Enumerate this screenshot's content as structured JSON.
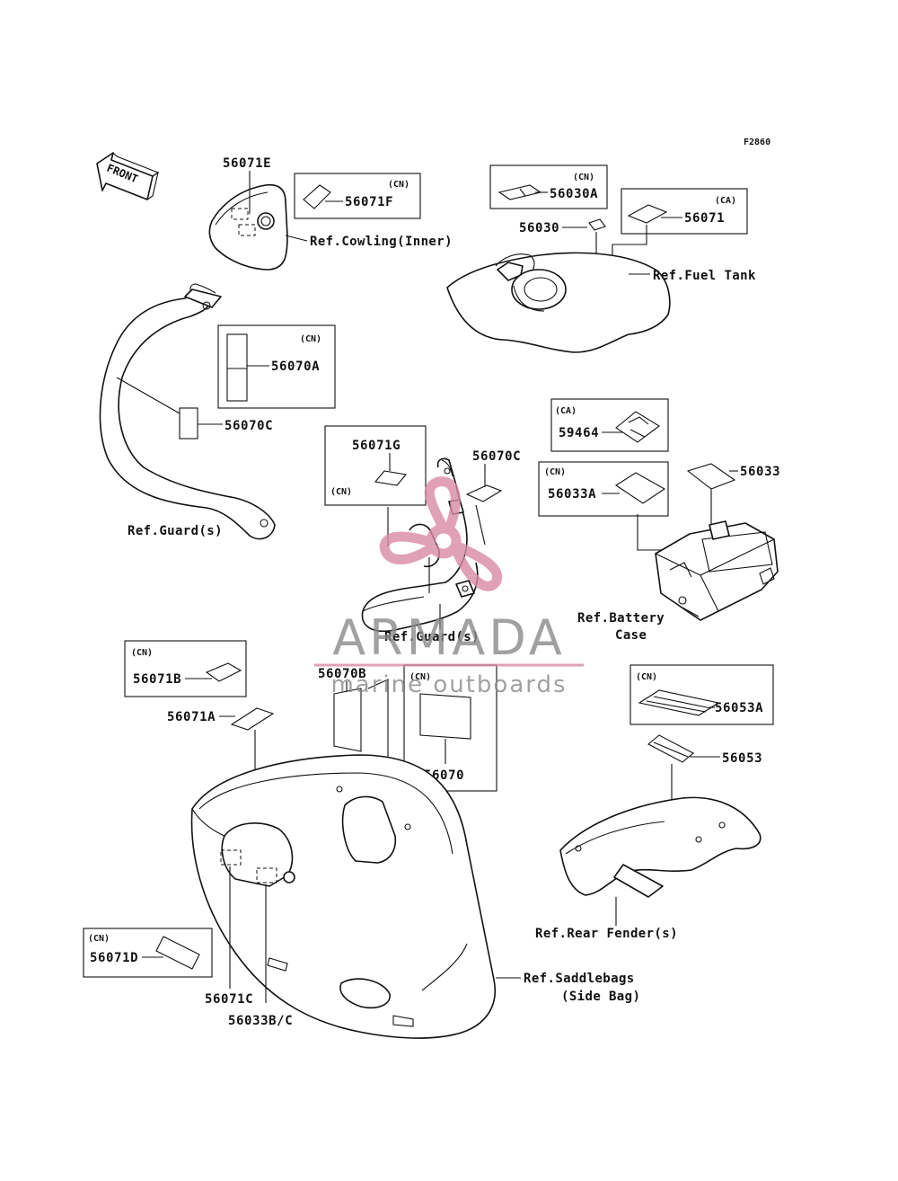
{
  "figure_code": "F2860",
  "front_arrow_label": "FRONT",
  "watermark": {
    "brand": "ARMADA",
    "tagline": "marine outboards",
    "gray": "#8a8a8a",
    "pink": "#d98aa4"
  },
  "groups": {
    "cn": "(CN)",
    "ca": "(CA)"
  },
  "parts": {
    "p56071E": "56071E",
    "p56071F": "56071F",
    "p56030A": "56030A",
    "p56030": "56030",
    "p56071": "56071",
    "p56070A": "56070A",
    "p56070C_left": "56070C",
    "p56071G": "56071G",
    "p56070C_mid": "56070C",
    "p59464": "59464",
    "p56033": "56033",
    "p56033A": "56033A",
    "p56071B": "56071B",
    "p56071A": "56071A",
    "p56070B": "56070B",
    "p56070": "56070",
    "p56053A": "56053A",
    "p56053": "56053",
    "p56071D": "56071D",
    "p56071C": "56071C",
    "p56033BC": "56033B/C"
  },
  "refs": {
    "cowling": "Ref.Cowling(Inner)",
    "fuel_tank": "Ref.Fuel Tank",
    "guard_left": "Ref.Guard(s)",
    "guard_mid": "Ref.Guard(s)",
    "battery_l1": "Ref.Battery",
    "battery_l2": "Case",
    "rear_fender": "Ref.Rear Fender(s)",
    "saddlebags_l1": "Ref.Saddlebags",
    "saddlebags_l2": "(Side Bag)"
  }
}
